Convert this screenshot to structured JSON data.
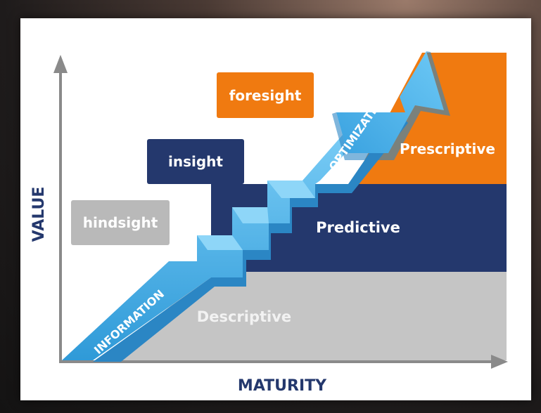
{
  "axes": {
    "y_label": "VALUE",
    "x_label": "MATURITY"
  },
  "boxes": {
    "hindsight": "hindsight",
    "insight": "insight",
    "foresight": "foresight"
  },
  "regions": {
    "descriptive": "Descriptive",
    "predictive": "Predictive",
    "prescriptive": "Prescriptive"
  },
  "arrow_labels": {
    "information": "INFORMATION",
    "optimization": "OPTIMIZATION"
  },
  "colors": {
    "gray_box": "#b9b9b9",
    "navy": "#24386d",
    "orange": "#f07a10",
    "descriptive": "#c5c5c5",
    "arrow": "#56b6ea",
    "axis": "#8a8a8a",
    "axis_text": "#24386d"
  }
}
